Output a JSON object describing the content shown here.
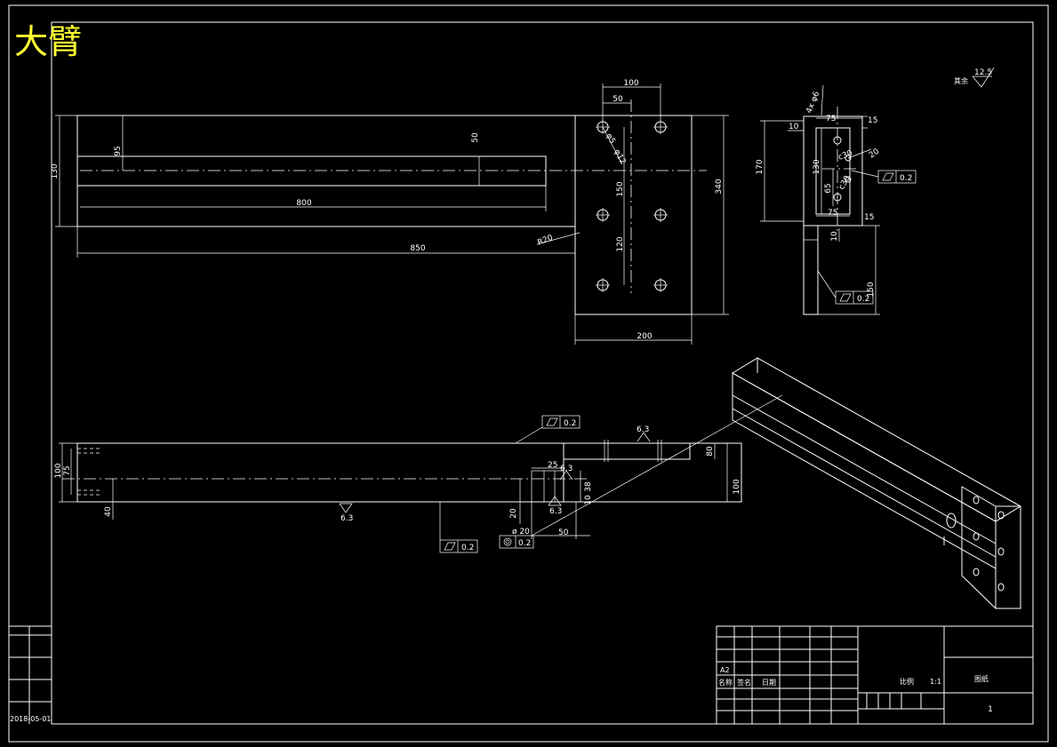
{
  "title": "大臂",
  "roughness_note": {
    "prefix": "其余",
    "value": "12.5"
  },
  "top_view": {
    "dims": {
      "overall_length": "850",
      "slot_length": "800",
      "width": "130",
      "slot_offset": "95",
      "slot_width": "50",
      "fillet": "R20",
      "plate_width": "200",
      "plate_height": "340",
      "hole_spacing_top": "100",
      "hole_spacing_half": "50",
      "hole_dia_1": "φ5",
      "hole_dia_2": "φ12",
      "hole_pitch_1": "150",
      "hole_pitch_2": "120"
    }
  },
  "side_view": {
    "dims": {
      "d10_top": "10",
      "d75_top": "75",
      "d15_top": "15",
      "d170": "170",
      "d130": "130",
      "d65": "65",
      "d20": "20",
      "d75_bot": "75",
      "d15_bot": "15",
      "d10_bot": "10",
      "d150": "150",
      "angle_label": "4x φ6",
      "c1": "c30",
      "c2": "c30"
    },
    "flatness_1": "0.2",
    "flatness_2": "0.2"
  },
  "front_view": {
    "dims": {
      "d100_left": "100",
      "d75_left": "75",
      "d40": "40",
      "d25": "25",
      "d20": "20",
      "d38": "38",
      "d10": "10",
      "d50": "50",
      "d80": "80",
      "d100_right": "100",
      "dia": "ø 20"
    },
    "roughness": [
      "6.3",
      "6.3",
      "6.3",
      "6.3"
    ],
    "flatness_top": "0.2",
    "flatness_bottom": "0.2",
    "concentricity": "0.2"
  },
  "title_block": {
    "sheet_size": "A2",
    "col_name": "名称",
    "col_sign": "签名",
    "col_date": "日期",
    "scale_label": "比例",
    "scale_value": "1:1",
    "drawing_name": "图纸",
    "sheet_no": "1",
    "side_code": "2018-05-01"
  }
}
